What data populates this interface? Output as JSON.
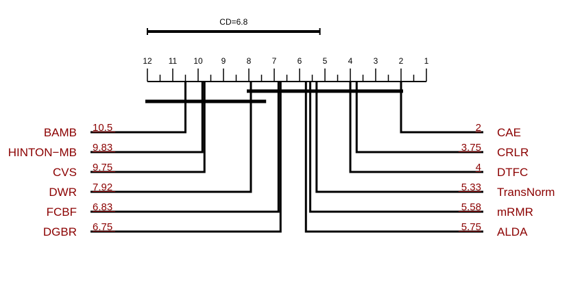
{
  "chart_data": {
    "type": "critical-difference-diagram",
    "axis": {
      "min": 1,
      "max": 12,
      "reversed": true,
      "tick_labels": [
        "12",
        "11",
        "10",
        "9",
        "8",
        "7",
        "6",
        "5",
        "4",
        "3",
        "2",
        "1"
      ]
    },
    "cd": {
      "label": "CD=6.8",
      "value": 6.8
    },
    "methods_left": [
      {
        "name": "BAMB",
        "rank": 10.5,
        "rank_label": "10.5"
      },
      {
        "name": "HINTON−MB",
        "rank": 9.83,
        "rank_label": "9.83"
      },
      {
        "name": "CVS",
        "rank": 9.75,
        "rank_label": "9.75"
      },
      {
        "name": "DWR",
        "rank": 7.92,
        "rank_label": "7.92"
      },
      {
        "name": "FCBF",
        "rank": 6.83,
        "rank_label": "6.83"
      },
      {
        "name": "DGBR",
        "rank": 6.75,
        "rank_label": "6.75"
      }
    ],
    "methods_right": [
      {
        "name": "CAE",
        "rank": 2,
        "rank_label": "2"
      },
      {
        "name": "CRLR",
        "rank": 3.75,
        "rank_label": "3.75"
      },
      {
        "name": "DTFC",
        "rank": 4,
        "rank_label": "4"
      },
      {
        "name": "TransNorm",
        "rank": 5.33,
        "rank_label": "5.33"
      },
      {
        "name": "mRMR",
        "rank": 5.58,
        "rank_label": "5.58"
      },
      {
        "name": "ALDA",
        "rank": 5.75,
        "rank_label": "5.75"
      }
    ],
    "cliques": [
      [
        8.0,
        2.0
      ],
      [
        12.0,
        7.4
      ]
    ],
    "colors": {
      "labels": "#8b0000",
      "lines": "#000000"
    }
  }
}
